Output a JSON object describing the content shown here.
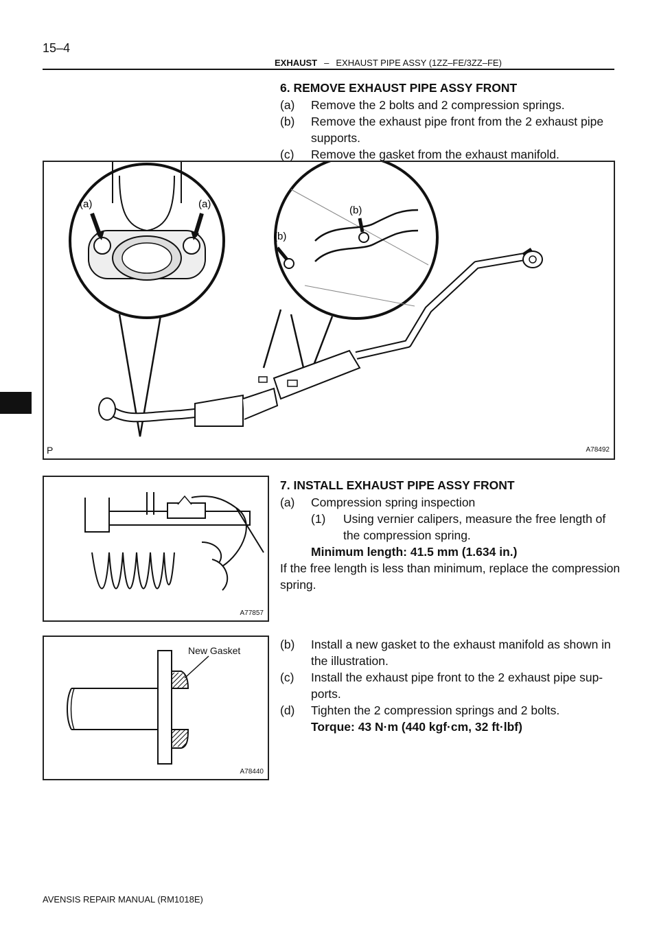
{
  "header": {
    "page_number": "15–4",
    "section": "EXHAUST",
    "separator": "–",
    "subsection": "EXHAUST PIPE ASSY (1ZZ–FE/3ZZ–FE)"
  },
  "step6": {
    "title": "6.   REMOVE EXHAUST PIPE ASSY FRONT",
    "items": [
      {
        "label": "(a)",
        "text": "Remove the 2 bolts and 2 compression springs."
      },
      {
        "label": "(b)",
        "text": "Remove the exhaust pipe front from the 2 exhaust pipe"
      },
      {
        "label": "",
        "text": "supports."
      },
      {
        "label": "(c)",
        "text": "Remove the gasket from the exhaust manifold."
      }
    ]
  },
  "figure1": {
    "corner_letter": "P",
    "code": "A78492",
    "callout_a": "(a)",
    "callout_b": "(b)"
  },
  "step7": {
    "title": "7.   INSTALL EXHAUST PIPE ASSY FRONT",
    "a_label": "(a)",
    "a_text": "Compression spring inspection",
    "a1_label": "(1)",
    "a1_text_1": "Using vernier calipers, measure the free length of",
    "a1_text_2": "the compression spring.",
    "spec": "Minimum length: 41.5 mm (1.634 in.)",
    "note_1": "If the free length is less than minimum, replace the compression",
    "note_2": "spring."
  },
  "figure2": {
    "code": "A77857"
  },
  "figure3": {
    "code": "A78440",
    "label": "New Gasket"
  },
  "step7b": {
    "b_label": "(b)",
    "b_text_1": "Install a new gasket to the exhaust manifold as shown in",
    "b_text_2": "the illustration.",
    "c_label": "(c)",
    "c_text_1": "Install the exhaust pipe front to the 2 exhaust pipe sup-",
    "c_text_2": "ports.",
    "d_label": "(d)",
    "d_text": "Tighten the 2 compression springs and 2 bolts.",
    "torque": "Torque: 43 N·m (440 kgf·cm, 32 ft·lbf)"
  },
  "footer": {
    "text": "AVENSIS REPAIR MANUAL   (RM1018E)"
  }
}
